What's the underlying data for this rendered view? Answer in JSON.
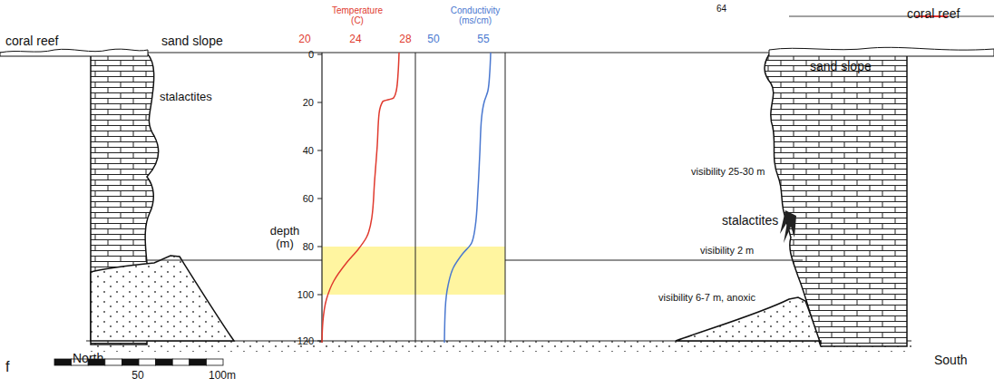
{
  "diagram": {
    "labels": [
      "coral reef",
      "sand slope",
      "stalactites",
      "North",
      "f",
      "50",
      "100m",
      "Temperature (C)",
      "Conductivity (ms/cm)",
      "20",
      "24",
      "28",
      "50",
      "55",
      "depth (m)",
      "0",
      "20",
      "40",
      "60",
      "80",
      "100",
      "120",
      "coral reef",
      "sand slope",
      "visibility 25-30 m",
      "stalactites",
      "visibility 2 m",
      "visibility 6-7 m, anoxic",
      "South",
      "64"
    ]
  }
}
